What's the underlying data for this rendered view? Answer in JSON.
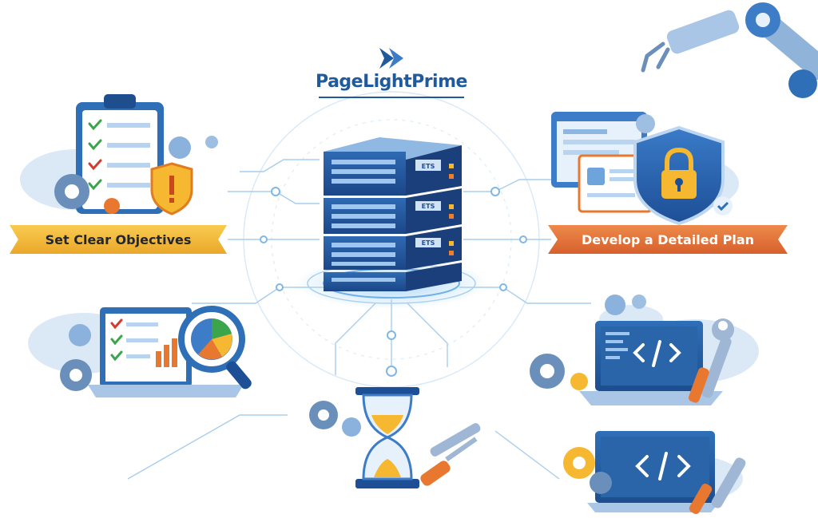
{
  "brand": {
    "name": "PageLightPrime",
    "color": "#1f5b9c"
  },
  "labels": {
    "left": "Set Clear Objectives",
    "right": "Develop a Detailed Plan"
  },
  "server": {
    "tag": "ETS"
  },
  "colors": {
    "primary_blue": "#2f6fb7",
    "light_blue": "#cfe2f6",
    "orange": "#e8782f",
    "yellow": "#f5b830",
    "green": "#3aa54a"
  },
  "icons": [
    "checklist-clipboard-icon",
    "warning-shield-icon",
    "gear-icon",
    "server-rack-icon",
    "security-lock-shield-icon",
    "browser-window-icon",
    "analytics-magnifier-icon",
    "pie-chart-icon",
    "code-laptop-icon",
    "wrench-icon",
    "screwdriver-icon",
    "hourglass-icon",
    "robotic-arm-icon",
    "cloud-icon"
  ]
}
